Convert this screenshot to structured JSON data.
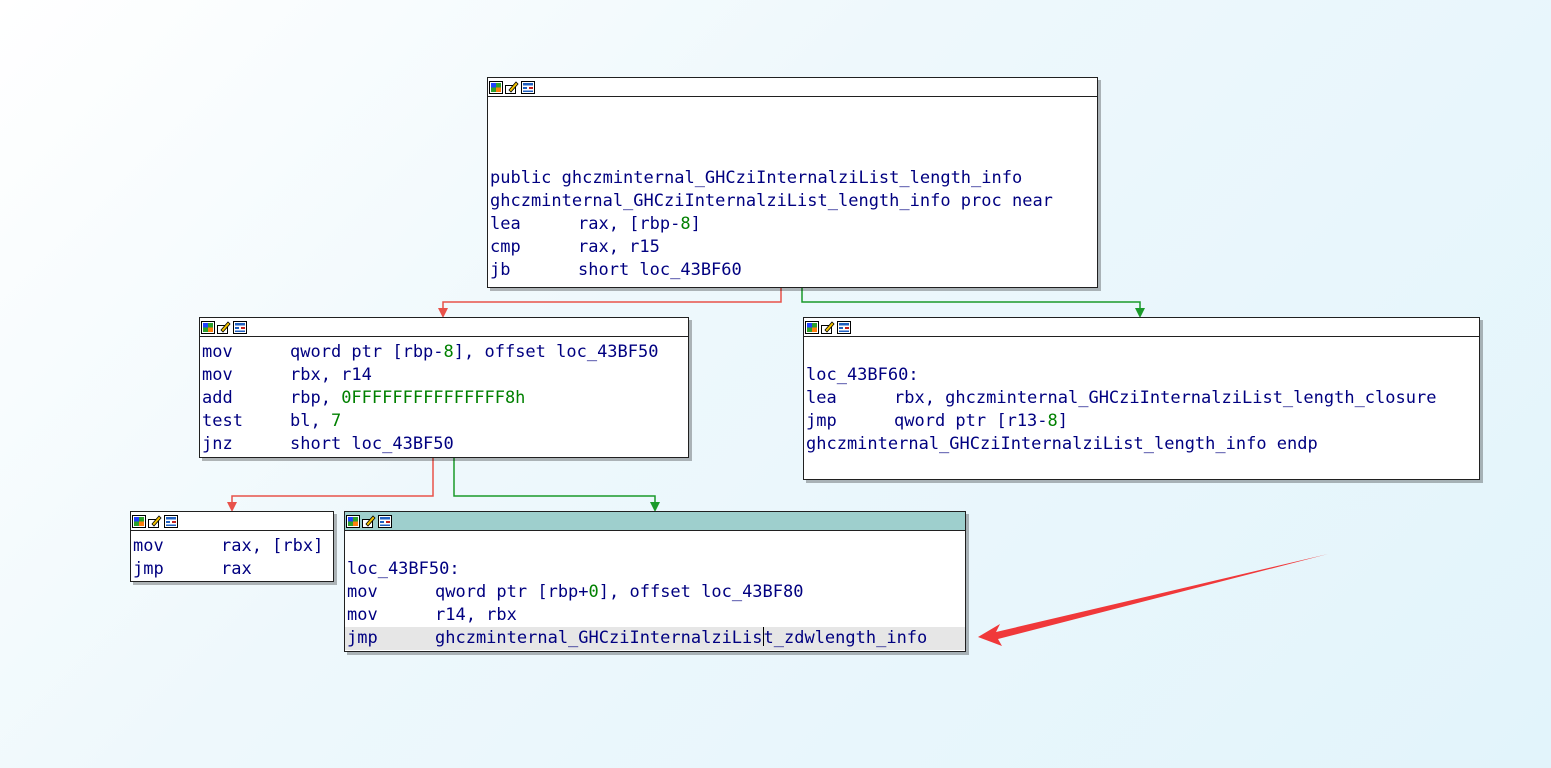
{
  "colors": {
    "edge_false": "#e8524a",
    "edge_true": "#1a9a2a",
    "code_text": "#000080",
    "number_text": "#008000",
    "active_header": "#9ecfcd",
    "annotation_arrow": "#f0383a"
  },
  "header_icons": [
    "color-palette-icon",
    "rename-icon",
    "graph-view-icon"
  ],
  "blocks": {
    "entry": {
      "lines": [
        {
          "label": "public ghczminternal_GHCziInternalziList_length_info"
        },
        {
          "label": "ghczminternal_GHCziInternalziList_length_info proc near"
        },
        {
          "mnemonic": "lea",
          "op1": "rax, [rbp-",
          "num": "8",
          "op2": "]"
        },
        {
          "mnemonic": "cmp",
          "op1": "rax, r15",
          "num": "",
          "op2": ""
        },
        {
          "mnemonic": "jb",
          "op1": "short loc_43BF60",
          "num": "",
          "op2": ""
        }
      ]
    },
    "left": {
      "lines": [
        {
          "mnemonic": "mov",
          "op1": "qword ptr [rbp-",
          "num": "8",
          "op2": "], offset loc_43BF50"
        },
        {
          "mnemonic": "mov",
          "op1": "rbx, r14",
          "num": "",
          "op2": ""
        },
        {
          "mnemonic": "add",
          "op1": "rbp, ",
          "num": "0FFFFFFFFFFFFFFF8h",
          "op2": ""
        },
        {
          "mnemonic": "test",
          "op1": "bl, ",
          "num": "7",
          "op2": ""
        },
        {
          "mnemonic": "jnz",
          "op1": "short loc_43BF50",
          "num": "",
          "op2": ""
        }
      ]
    },
    "right": {
      "lines": [
        {
          "label": "loc_43BF60:"
        },
        {
          "mnemonic": "lea",
          "op1": "rbx, ghczminternal_GHCziInternalziList_length_closure",
          "num": "",
          "op2": ""
        },
        {
          "mnemonic": "jmp",
          "op1": "qword ptr [r13-",
          "num": "8",
          "op2": "]"
        },
        {
          "label": "ghczminternal_GHCziInternalziList_length_info endp"
        }
      ]
    },
    "small": {
      "lines": [
        {
          "mnemonic": "mov",
          "op1": "rax, [rbx]",
          "num": "",
          "op2": ""
        },
        {
          "mnemonic": "jmp",
          "op1": "rax",
          "num": "",
          "op2": ""
        }
      ]
    },
    "target": {
      "lines": [
        {
          "label": "loc_43BF50:"
        },
        {
          "mnemonic": "mov",
          "op1": "qword ptr [rbp+",
          "num": "0",
          "op2": "], offset loc_43BF80"
        },
        {
          "mnemonic": "mov",
          "op1": "r14, rbx",
          "num": "",
          "op2": ""
        },
        {
          "mnemonic": "jmp",
          "op1": "ghczminternal_GHCziInternalziLis",
          "num": "",
          "op2": "t_zdwlength_info",
          "cursor": true,
          "highlight": true
        }
      ]
    }
  }
}
